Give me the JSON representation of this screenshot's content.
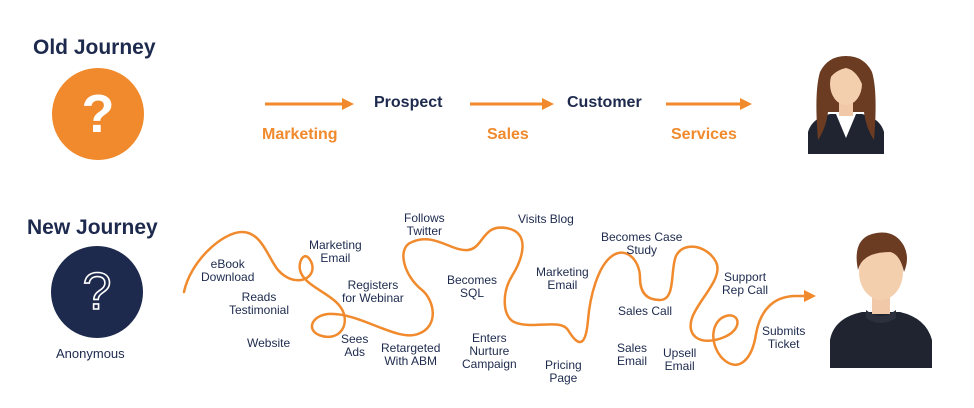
{
  "old_journey": {
    "title": "Old Journey",
    "icon_glyph": "?",
    "stages": [
      "Prospect",
      "Customer"
    ],
    "phases": [
      "Marketing",
      "Sales",
      "Services"
    ],
    "person_icon": "woman-avatar-icon"
  },
  "new_journey": {
    "title": "New Journey",
    "icon_glyph": "?",
    "icon_label": "Anonymous",
    "person_icon": "man-avatar-icon",
    "touchpoints": [
      "eBook\nDownload",
      "Reads\nTestimonial",
      "Website",
      "Marketing\nEmail",
      "Registers\nfor Webinar",
      "Sees\nAds",
      "Retargeted\nWith ABM",
      "Follows\nTwitter",
      "Becomes\nSQL",
      "Enters\nNurture\nCampaign",
      "Visits Blog",
      "Marketing\nEmail",
      "Pricing\nPage",
      "Becomes Case\nStudy",
      "Sales Call",
      "Sales\nEmail",
      "Upsell\nEmail",
      "Support\nRep Call",
      "Submits\nTicket"
    ]
  },
  "colors": {
    "orange": "#f08a2c",
    "navy": "#1d2a4d"
  }
}
